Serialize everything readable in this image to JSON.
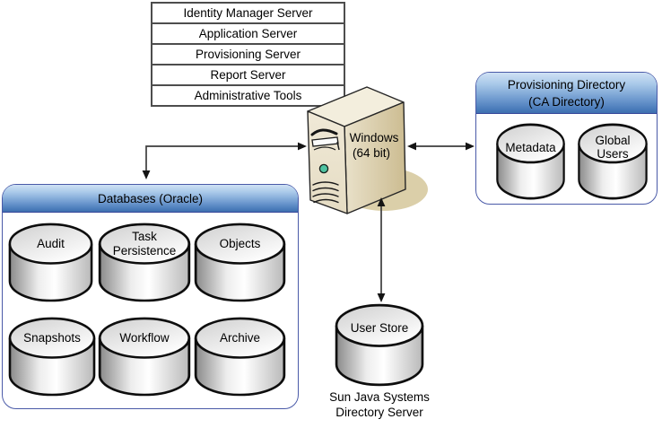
{
  "stack": {
    "items": [
      "Identity Manager Server",
      "Application Server",
      "Provisioning Server",
      "Report Server",
      "Administrative Tools"
    ]
  },
  "server": {
    "os_line1": "Windows",
    "os_line2": "(64 bit)"
  },
  "databases": {
    "title": "Databases (Oracle)",
    "cylinders": [
      "Audit",
      "Task Persistence",
      "Objects",
      "Snapshots",
      "Workflow",
      "Archive"
    ]
  },
  "provisioning": {
    "title_line1": "Provisioning Directory",
    "title_line2": "(CA Directory)",
    "cylinders": [
      "Metadata",
      "Global Users"
    ]
  },
  "user_store": {
    "label": "User Store",
    "caption_line1": "Sun Java Systems",
    "caption_line2": "Directory Server"
  },
  "colors": {
    "header_gradient_top": "#cfe1f4",
    "header_gradient_bottom": "#3f6fae",
    "group_border": "#4a5aa8",
    "stack_border": "#4d4d4d",
    "server_top_face": "#f3eedd",
    "server_front_face": "#ece4cf",
    "server_side_face": "#d8caa2",
    "server_shadow": "#dbcfa9",
    "power_button": "#4fc3a1",
    "connector": "#3d3d3d",
    "cylinder_outline": "#0d0d0d"
  }
}
